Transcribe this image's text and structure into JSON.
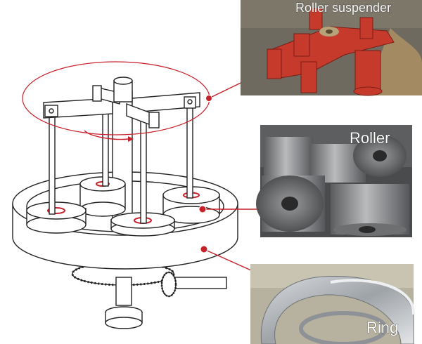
{
  "photos": {
    "roller_suspender": {
      "label": "Roller suspender"
    },
    "roller": {
      "label": "Roller"
    },
    "ring": {
      "label": "Ring"
    }
  },
  "colors": {
    "callout_red": "#c8202a",
    "machine_line": "#222222",
    "suspender_red": "#c63a2c",
    "steel": "#8d8f91",
    "dark_steel": "#3e3f40"
  },
  "icons": {
    "rotation": "rotation-arrow-icon"
  }
}
